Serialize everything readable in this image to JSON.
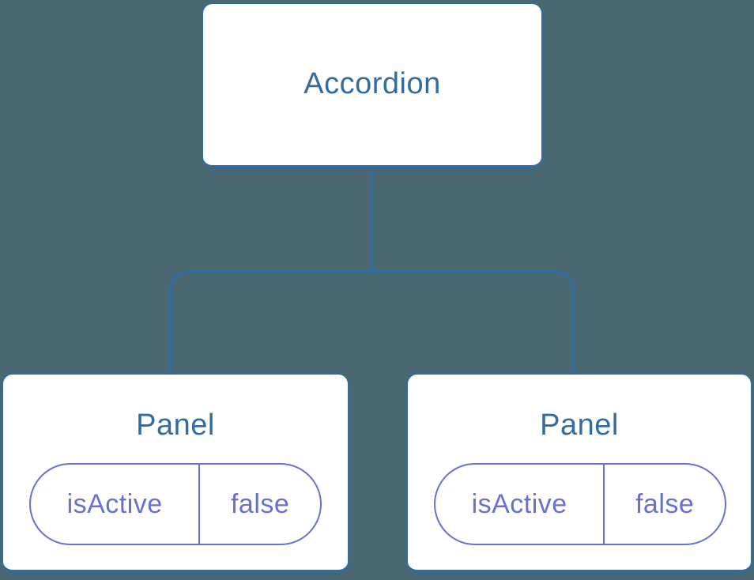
{
  "diagram": {
    "root": {
      "label": "Accordion"
    },
    "children": [
      {
        "title": "Panel",
        "prop": {
          "name": "isActive",
          "value": "false"
        }
      },
      {
        "title": "Panel",
        "prop": {
          "name": "isActive",
          "value": "false"
        }
      }
    ]
  },
  "colors": {
    "background": "#4A6671",
    "node_background": "#FFFFFF",
    "connector": "#2E6D9E",
    "node_border": "#2E6D9E",
    "node_text": "#316D9E",
    "prop_accent": "#6770D4"
  }
}
